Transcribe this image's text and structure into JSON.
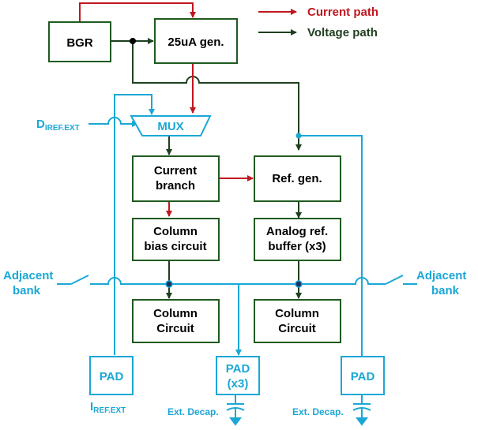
{
  "legend": {
    "current_path": "Current path",
    "voltage_path": "Voltage path"
  },
  "colors": {
    "current": "#c0171f",
    "voltage": "#1f3f1f",
    "signal": "#1ba7d6",
    "block_border": "#1f5a1f"
  },
  "blocks": {
    "bgr": "BGR",
    "gen25": "25uA gen.",
    "mux": "MUX",
    "current_branch": [
      "Current",
      "branch"
    ],
    "ref_gen": "Ref. gen.",
    "column_bias": [
      "Column",
      "bias circuit"
    ],
    "analog_ref": [
      "Analog ref.",
      "buffer (x3)"
    ],
    "column_circuit_left": [
      "Column",
      "Circuit"
    ],
    "column_circuit_right": [
      "Column",
      "Circuit"
    ]
  },
  "pads": {
    "left": "PAD",
    "middle": [
      "PAD",
      "(x3)"
    ],
    "right": "PAD"
  },
  "labels": {
    "d_iref_ext_main": "D",
    "d_iref_ext_sub": "IREF.EXT",
    "i_iref_ext_main": "I",
    "i_iref_ext_sub": "REF.EXT",
    "adjacent_bank_left": [
      "Adjacent",
      "bank"
    ],
    "adjacent_bank_right": [
      "Adjacent",
      "bank"
    ],
    "ext_decap_left": "Ext. Decap.",
    "ext_decap_right": "Ext. Decap."
  }
}
